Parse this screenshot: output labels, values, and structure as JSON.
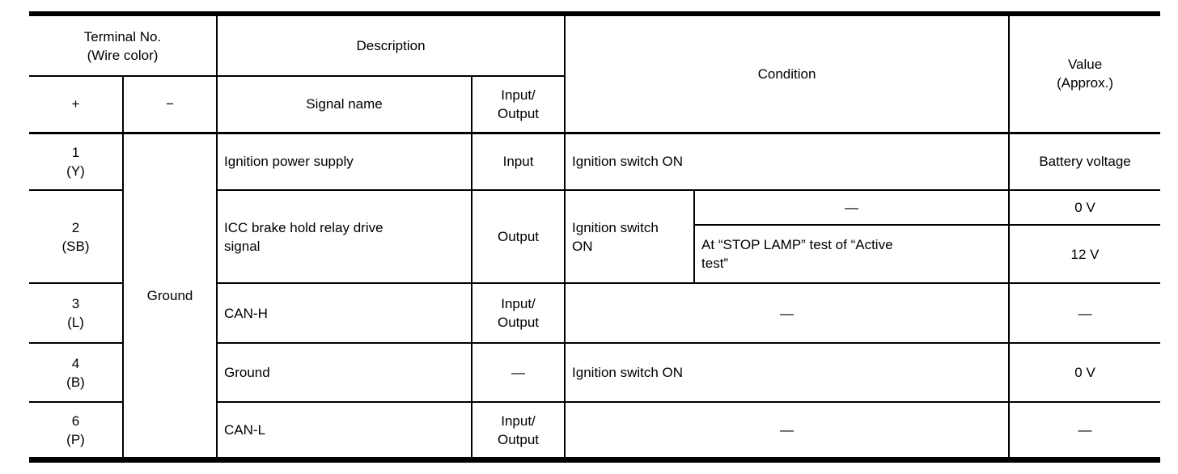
{
  "colors": {
    "border": "#000000",
    "background": "#ffffff",
    "text": "#000000"
  },
  "table": {
    "header": {
      "terminal_no": "Terminal No.\n(Wire color)",
      "plus": "+",
      "minus": "−",
      "description": "Description",
      "signal_name": "Signal name",
      "input_output": "Input/\nOutput",
      "condition": "Condition",
      "value": "Value\n(Approx.)"
    },
    "ground_label": "Ground",
    "rows": [
      {
        "terminal": "1\n(Y)",
        "signal": "Ignition power supply",
        "io": "Input",
        "condition": "Ignition switch ON",
        "value": "Battery voltage"
      },
      {
        "terminal": "2\n(SB)",
        "signal": "ICC brake hold relay drive\nsignal",
        "io": "Output",
        "condition": "Ignition switch\nON",
        "sub": [
          {
            "condition": "—",
            "value": "0 V"
          },
          {
            "condition": "At “STOP LAMP” test of “Active\ntest”",
            "value": "12 V"
          }
        ]
      },
      {
        "terminal": "3\n(L)",
        "signal": "CAN-H",
        "io": "Input/\nOutput",
        "condition": "—",
        "value": "—"
      },
      {
        "terminal": "4\n(B)",
        "signal": "Ground",
        "io": "—",
        "condition": "Ignition switch ON",
        "value": "0 V"
      },
      {
        "terminal": "6\n(P)",
        "signal": "CAN-L",
        "io": "Input/\nOutput",
        "condition": "—",
        "value": "—"
      }
    ]
  }
}
